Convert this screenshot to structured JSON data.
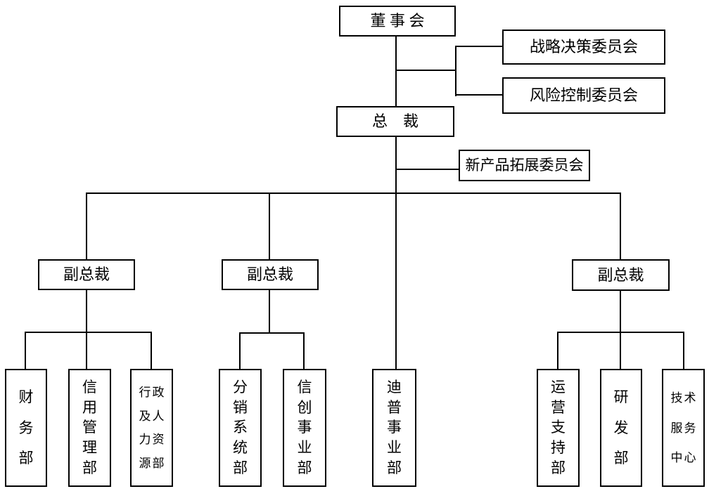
{
  "colors": {
    "background": "#ffffff",
    "line": "#000000",
    "text": "#000000"
  },
  "nodes": {
    "board": {
      "label": "董 事 会"
    },
    "strategy_committee": {
      "label": "战略决策委员会"
    },
    "risk_committee": {
      "label": "风险控制委员会"
    },
    "president": {
      "label": "总　裁"
    },
    "new_product_committee": {
      "label": "新产品拓展委员会"
    },
    "vice_presidents": [
      {
        "label": "副总裁"
      },
      {
        "label": "副总裁"
      },
      {
        "label": "副总裁"
      }
    ]
  },
  "departments": [
    {
      "name": "财务部",
      "lines": [
        "财",
        "务",
        "部"
      ]
    },
    {
      "name": "信用管理部",
      "lines": [
        "信",
        "用",
        "管",
        "理",
        "部"
      ]
    },
    {
      "name": "行政及人力资源部",
      "lines": [
        "行政",
        "及人",
        "力资",
        "源部"
      ]
    },
    {
      "name": "分销系统部",
      "lines": [
        "分",
        "销",
        "系",
        "统",
        "部"
      ]
    },
    {
      "name": "信创事业部",
      "lines": [
        "信",
        "创",
        "事",
        "业",
        "部"
      ]
    },
    {
      "name": "迪普事业部",
      "lines": [
        "迪",
        "普",
        "事",
        "业",
        "部"
      ]
    },
    {
      "name": "运营支持部",
      "lines": [
        "运",
        "营",
        "支",
        "持",
        "部"
      ]
    },
    {
      "name": "研发部",
      "lines": [
        "研",
        "发",
        "部"
      ]
    },
    {
      "name": "技术服务中心",
      "lines": [
        "技术",
        "服务",
        "中心"
      ]
    }
  ]
}
